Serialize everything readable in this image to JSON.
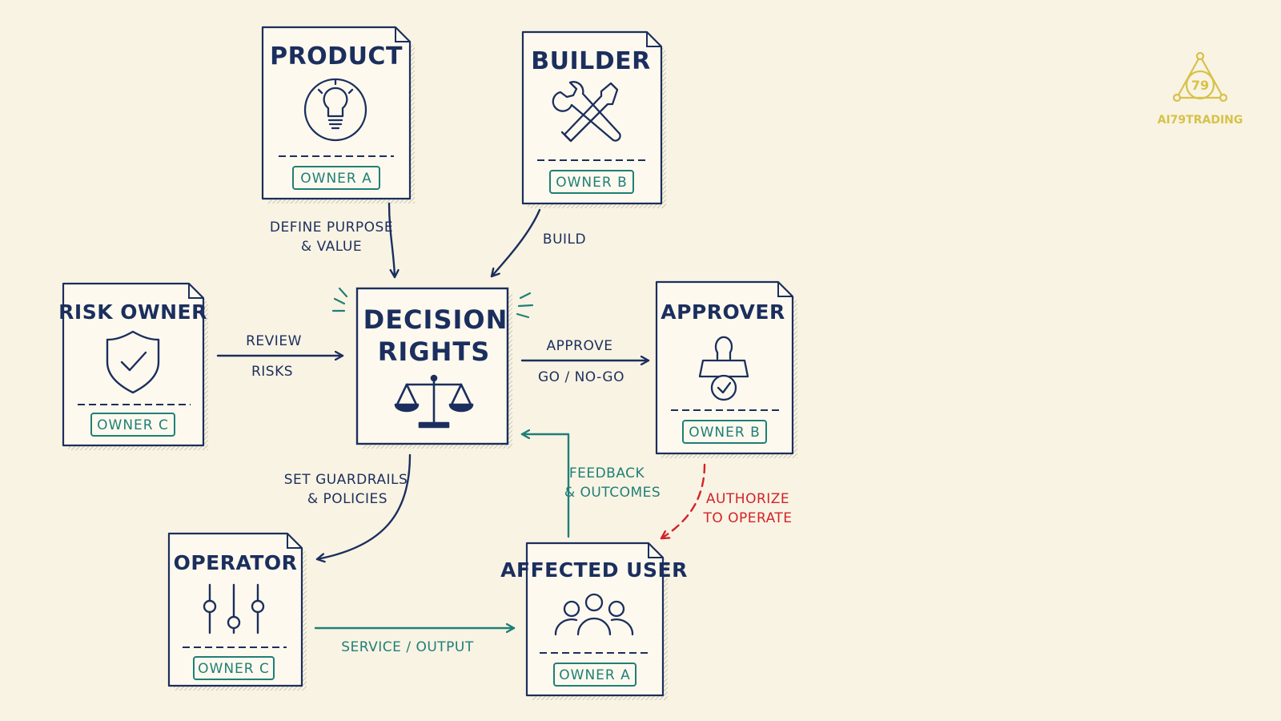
{
  "center": {
    "title_line1": "DECISION",
    "title_line2": "RIGHTS",
    "icon": "scales-icon"
  },
  "cards": {
    "product": {
      "title": "PRODUCT",
      "owner": "OWNER A",
      "icon": "lightbulb-icon"
    },
    "builder": {
      "title": "BUILDER",
      "owner": "OWNER B",
      "icon": "tools-icon"
    },
    "risk_owner": {
      "title": "RISK OWNER",
      "owner": "OWNER C",
      "icon": "shield-check-icon"
    },
    "approver": {
      "title": "APPROVER",
      "owner": "OWNER B",
      "icon": "stamp-icon"
    },
    "operator": {
      "title": "OPERATOR",
      "owner": "OWNER C",
      "icon": "sliders-icon"
    },
    "affected_user": {
      "title": "AFFECTED USER",
      "owner": "OWNER A",
      "icon": "people-icon"
    }
  },
  "edges": {
    "product_to_center": {
      "line1": "DEFINE PURPOSE",
      "line2": "& VALUE"
    },
    "builder_to_center": {
      "label": "BUILD"
    },
    "risk_to_center": {
      "line1": "REVIEW",
      "line2": "RISKS"
    },
    "center_to_approver": {
      "line1": "APPROVE",
      "line2": "GO / NO-GO"
    },
    "center_to_operator": {
      "line1": "SET GUARDRAILS",
      "line2": "& POLICIES"
    },
    "user_to_center": {
      "line1": "FEEDBACK",
      "line2": "& OUTCOMES"
    },
    "approver_to_user": {
      "line1": "AUTHORIZE",
      "line2": "TO OPERATE"
    },
    "operator_to_user": {
      "label": "SERVICE / OUTPUT"
    }
  },
  "logo": {
    "text": "AI79TRADING",
    "mark": "79"
  },
  "colors": {
    "ink": "#1b2f5e",
    "teal": "#1e7f78",
    "red": "#d2232a",
    "paper": "#f9f3e3",
    "logo_gold": "#d6c24a"
  }
}
